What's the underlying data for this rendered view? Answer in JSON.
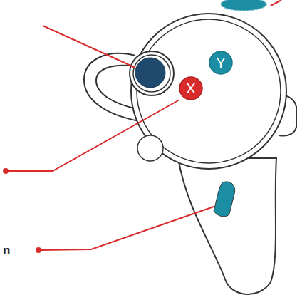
{
  "diagram": {
    "nodes": [
      {
        "text": [
          "Y"
        ]
      },
      {
        "text": [
          "X"
        ]
      }
    ],
    "labels": [
      "n"
    ]
  }
}
